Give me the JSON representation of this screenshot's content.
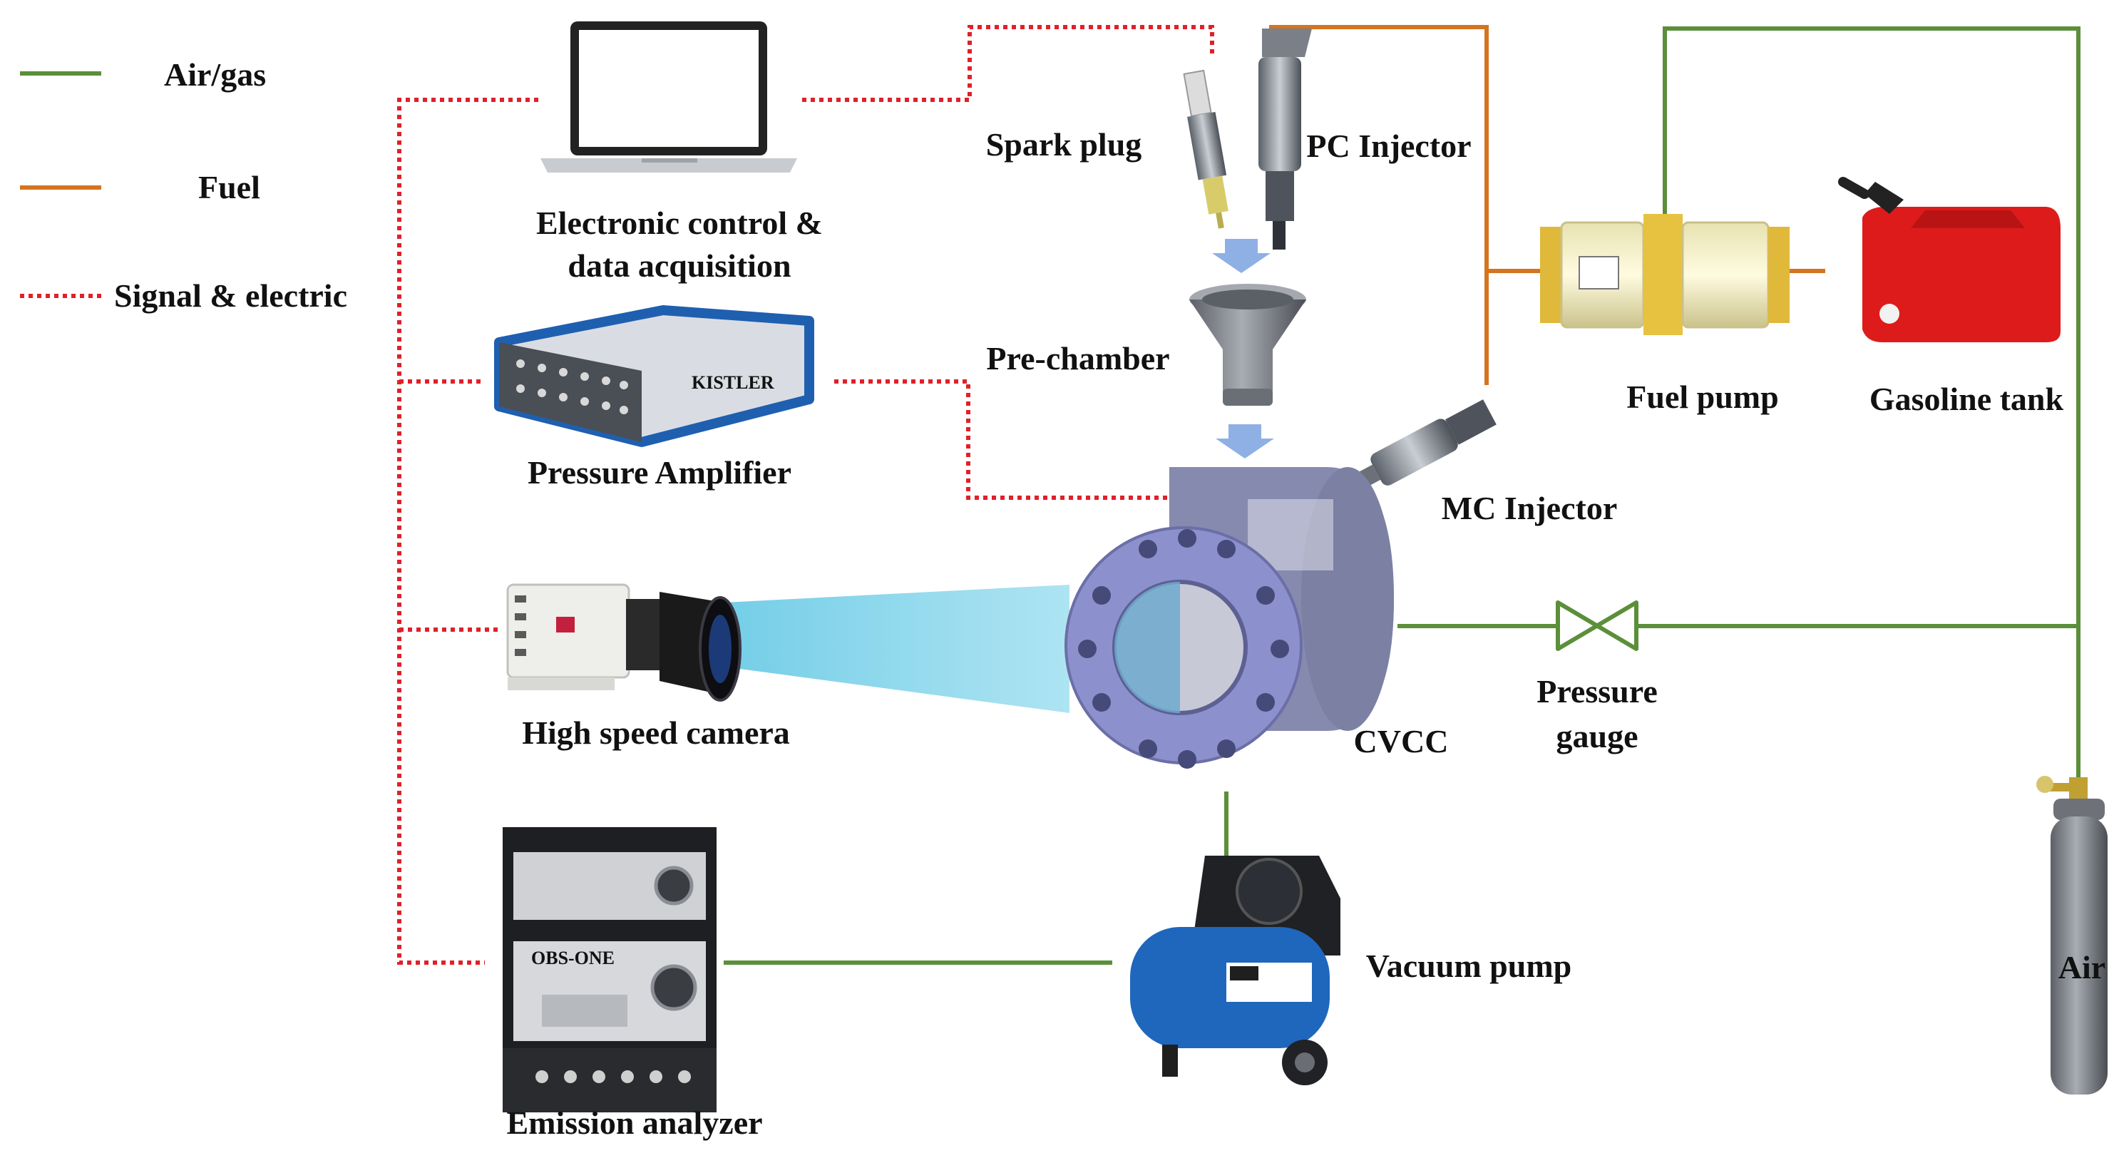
{
  "legend": {
    "items": [
      {
        "label": "Air/gas",
        "color": "#5b8f3a",
        "style": "solid"
      },
      {
        "label": "Fuel",
        "color": "#d4741f",
        "style": "solid"
      },
      {
        "label": "Signal & electric",
        "color": "#e0202a",
        "style": "dotted"
      }
    ]
  },
  "components": {
    "ecu": {
      "line1": "Electronic control &",
      "line2": "data acquisition"
    },
    "pressure_amplifier": {
      "label": "Pressure Amplifier",
      "brand": "KISTLER"
    },
    "camera": {
      "label": "High speed camera"
    },
    "emission": {
      "label": "Emission analyzer",
      "brand": "OBS-ONE"
    },
    "spark_plug": {
      "label": "Spark plug"
    },
    "pc_injector": {
      "label": "PC Injector"
    },
    "pre_chamber": {
      "label": "Pre-chamber"
    },
    "mc_injector": {
      "label": "MC Injector"
    },
    "cvcc": {
      "label": "CVCC"
    },
    "pressure_gauge": {
      "line1": "Pressure",
      "line2": "gauge"
    },
    "vacuum_pump": {
      "label": "Vacuum pump"
    },
    "fuel_pump": {
      "label": "Fuel pump"
    },
    "gasoline_tank": {
      "label": "Gasoline tank"
    },
    "air": {
      "label": "Air"
    }
  },
  "colors": {
    "air_line": "#5b8f3a",
    "fuel_line": "#d4741f",
    "signal_line": "#e0202a",
    "flange": "#8c90cc",
    "camera_beam": "#7fd2ea"
  }
}
